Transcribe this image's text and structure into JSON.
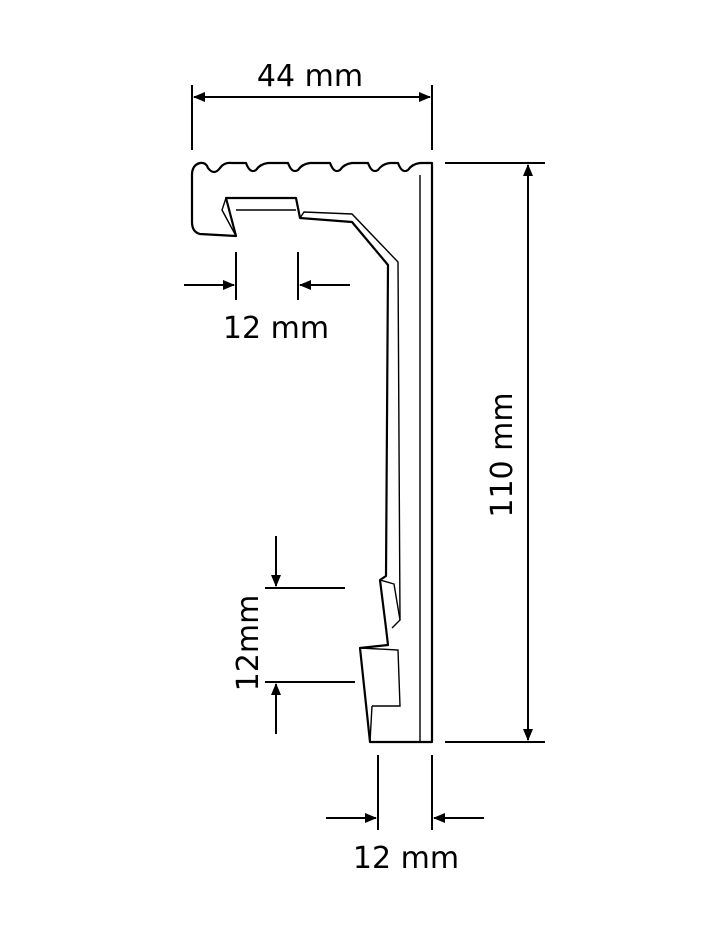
{
  "dimensions": {
    "width_label": "44 mm",
    "height_label": "110 mm",
    "top_recess_label": "12 mm",
    "side_recess_label": "12mm",
    "base_label": "12 mm"
  }
}
